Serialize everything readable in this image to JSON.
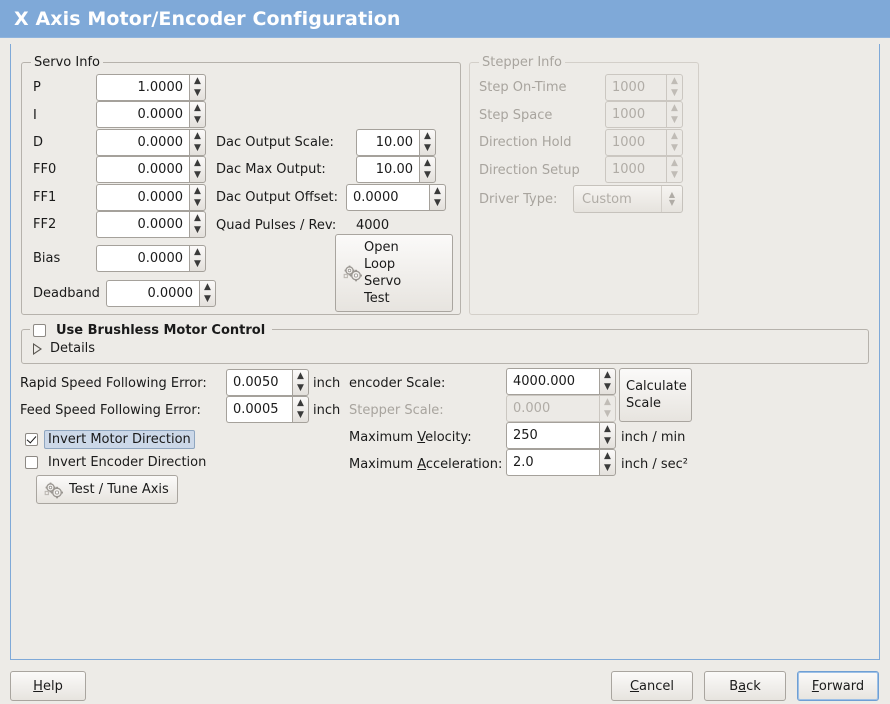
{
  "window": {
    "title": "X Axis Motor/Encoder Configuration",
    "title_bar_color": "#7fa9d8",
    "background_color": "#edebe7"
  },
  "servo_info": {
    "legend": "Servo Info",
    "fields": [
      {
        "label": "P",
        "value": "1.0000"
      },
      {
        "label": "I",
        "value": "0.0000"
      },
      {
        "label": "D",
        "value": "0.0000"
      },
      {
        "label": "FF0",
        "value": "0.0000"
      },
      {
        "label": "FF1",
        "value": "0.0000"
      },
      {
        "label": "FF2",
        "value": "0.0000"
      },
      {
        "label": "Bias",
        "value": "0.0000"
      },
      {
        "label": "Deadband",
        "value": "0.0000"
      }
    ],
    "dac": [
      {
        "label": "Dac Output Scale:",
        "value": "10.00"
      },
      {
        "label": "Dac Max Output:",
        "value": "10.00"
      },
      {
        "label": "Dac Output Offset:",
        "value": "0.0000"
      }
    ],
    "quad_pulses_label": "Quad Pulses / Rev:",
    "quad_pulses_value": "4000",
    "open_loop_button": {
      "icon": "gears-icon",
      "lines": [
        "Open",
        "Loop",
        "Servo",
        "Test"
      ]
    }
  },
  "stepper_info": {
    "legend": "Stepper Info",
    "enabled": false,
    "fields": [
      {
        "label": "Step On-Time",
        "value": "1000"
      },
      {
        "label": "Step Space",
        "value": "1000"
      },
      {
        "label": "Direction Hold",
        "value": "1000"
      },
      {
        "label": "Direction Setup",
        "value": "1000"
      }
    ],
    "driver_type_label": "Driver Type:",
    "driver_type_value": "Custom"
  },
  "brushless": {
    "checkbox_label": "Use Brushless Motor Control",
    "checked": false,
    "details_label": "Details",
    "details_expanded": false
  },
  "tuning": {
    "rapid_error_label": "Rapid Speed Following Error:",
    "rapid_error_value": "0.0050",
    "rapid_error_unit": "inch",
    "feed_error_label": "Feed Speed Following Error:",
    "feed_error_value": "0.0005",
    "feed_error_unit": "inch",
    "invert_motor_label": "Invert Motor Direction",
    "invert_motor_checked": true,
    "invert_encoder_label": "Invert Encoder Direction",
    "invert_encoder_checked": false,
    "test_tune_label": "Test / Tune Axis"
  },
  "scales": {
    "encoder_scale_label": "encoder Scale:",
    "encoder_scale_value": "4000.000",
    "stepper_scale_label": "Stepper Scale:",
    "stepper_scale_value": "0.000",
    "stepper_scale_enabled": false,
    "calculate_scale_lines": [
      "Calculate",
      "Scale"
    ],
    "max_velocity_label_a": "Maximum ",
    "max_velocity_mnemonic": "V",
    "max_velocity_label_b": "elocity:",
    "max_velocity_value": "250",
    "max_velocity_unit": "inch / min",
    "max_accel_label_a": "Maximum ",
    "max_accel_mnemonic": "A",
    "max_accel_label_b": "cceleration:",
    "max_accel_value": "2.0",
    "max_accel_unit": "inch / sec²"
  },
  "actions": {
    "help": {
      "mnemonic": "H",
      "rest": "elp"
    },
    "cancel": {
      "mnemonic": "C",
      "rest": "ancel"
    },
    "back": {
      "pre": "B",
      "mnemonic": "a",
      "rest": "ck"
    },
    "forward": {
      "mnemonic": "F",
      "rest": "orward",
      "focused": true
    }
  },
  "spinner_glyphs": {
    "up": "▲",
    "down": "▼"
  }
}
